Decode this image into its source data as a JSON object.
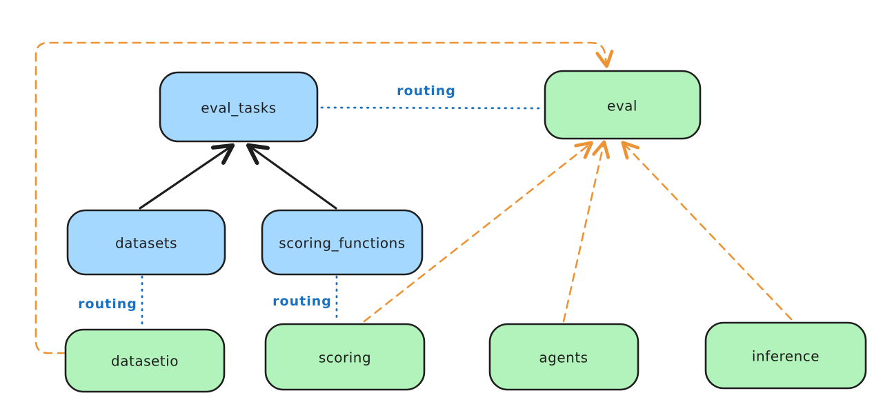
{
  "diagram": {
    "nodes": {
      "eval_tasks": {
        "label": "eval_tasks",
        "kind": "api-blue"
      },
      "eval": {
        "label": "eval",
        "kind": "provider-green"
      },
      "datasets": {
        "label": "datasets",
        "kind": "api-blue"
      },
      "scoring_functions": {
        "label": "scoring_functions",
        "kind": "api-blue"
      },
      "datasetio": {
        "label": "datasetio",
        "kind": "provider-green"
      },
      "scoring": {
        "label": "scoring",
        "kind": "provider-green"
      },
      "agents": {
        "label": "agents",
        "kind": "provider-green"
      },
      "inference": {
        "label": "inference",
        "kind": "provider-green"
      }
    },
    "edges": [
      {
        "from": "datasets",
        "to": "eval_tasks",
        "style": "solid-arrow",
        "label": ""
      },
      {
        "from": "scoring_functions",
        "to": "eval_tasks",
        "style": "solid-arrow",
        "label": ""
      },
      {
        "from": "eval_tasks",
        "to": "eval",
        "style": "dotted",
        "label": "routing"
      },
      {
        "from": "datasets",
        "to": "datasetio",
        "style": "dotted",
        "label": "routing"
      },
      {
        "from": "scoring_functions",
        "to": "scoring",
        "style": "dotted",
        "label": "routing"
      },
      {
        "from": "datasetio",
        "to": "eval",
        "style": "dashed-arrow",
        "label": ""
      },
      {
        "from": "scoring",
        "to": "eval",
        "style": "dashed-arrow",
        "label": ""
      },
      {
        "from": "agents",
        "to": "eval",
        "style": "dashed-arrow",
        "label": ""
      },
      {
        "from": "inference",
        "to": "eval",
        "style": "dashed-arrow",
        "label": ""
      }
    ],
    "edge_labels": {
      "routing_top": "routing",
      "routing_left": "routing",
      "routing_middle": "routing"
    },
    "colors": {
      "ink": "#1e1e1e",
      "edge_black": "#1e1e1e",
      "edge_blue": "#1971c2",
      "edge_orange": "#ec9435",
      "node_blue": "#a5d8ff",
      "node_green": "#b2f2bb",
      "background": "#ffffff"
    }
  }
}
